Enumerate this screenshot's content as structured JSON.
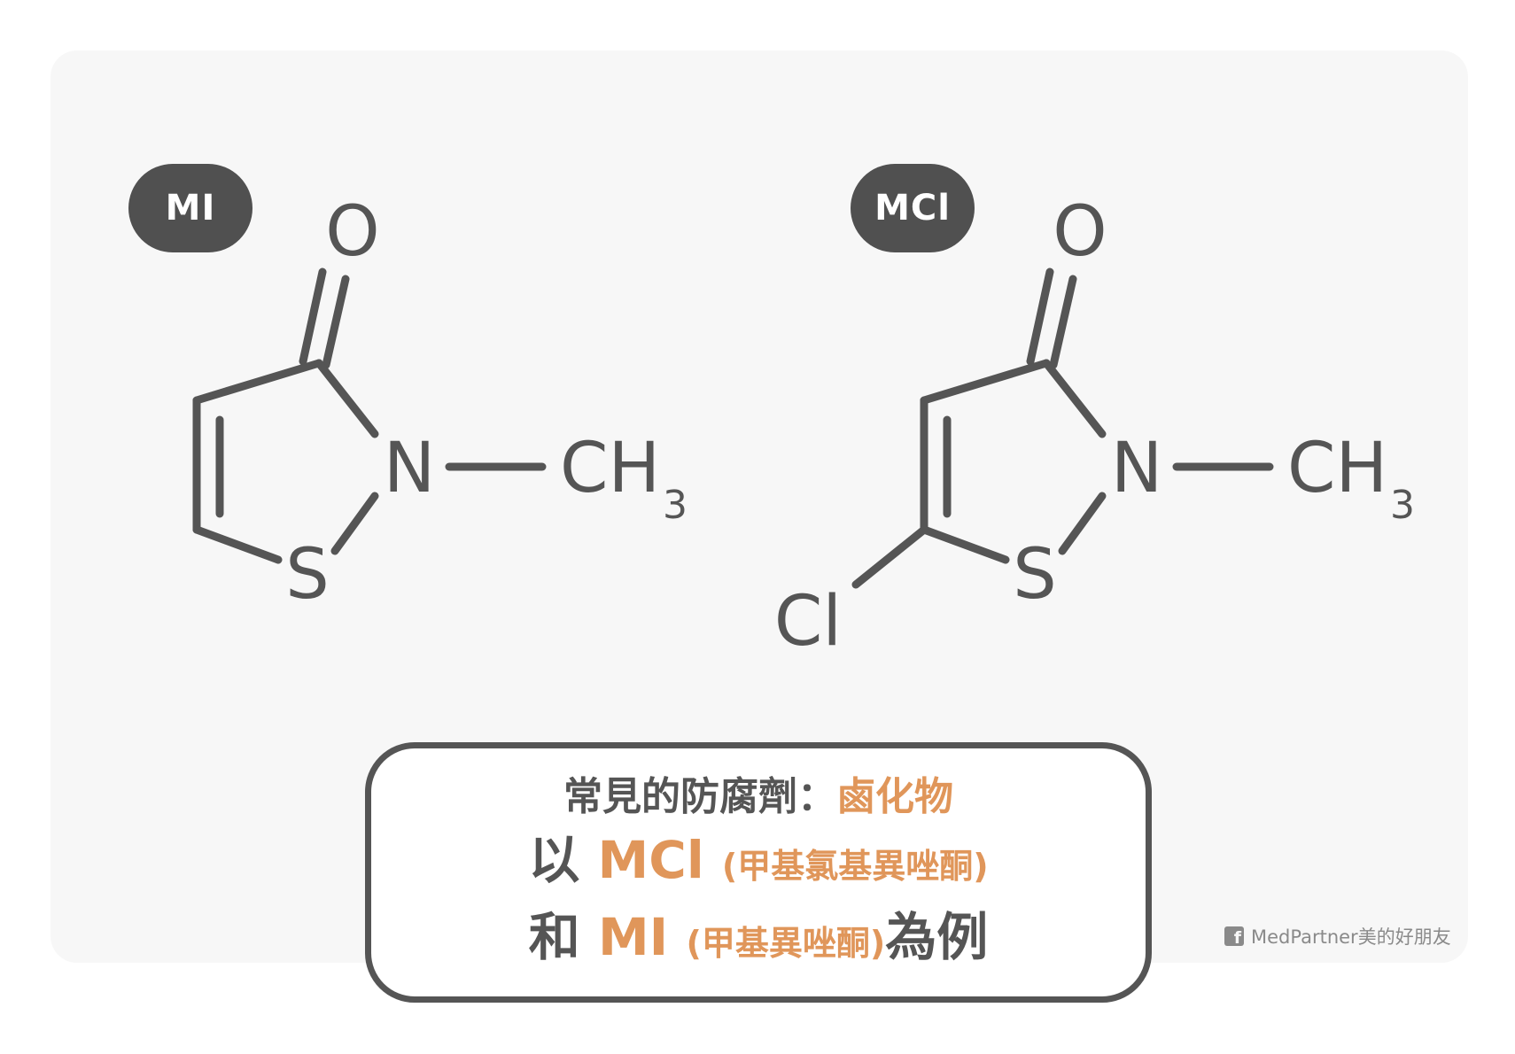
{
  "molecules": [
    {
      "badge": "MI",
      "atoms": {
        "oxygen": "O",
        "nitrogen": "N",
        "sulfur": "S",
        "methyl": "CH",
        "methyl_sub": "3"
      }
    },
    {
      "badge": "MCl",
      "atoms": {
        "oxygen": "O",
        "nitrogen": "N",
        "sulfur": "S",
        "methyl": "CH",
        "methyl_sub": "3",
        "chlorine": "Cl"
      }
    }
  ],
  "caption": {
    "line1_prefix": "常見的防腐劑：",
    "line1_accent": "鹵化物",
    "line2_prefix": "以 ",
    "line2_accent": "MCl",
    "line2_paren": "(甲基氯基異唑酮)",
    "line3_prefix": "和 ",
    "line3_accent": "MI",
    "line3_paren": "(甲基異唑酮)",
    "line3_suffix": "為例"
  },
  "watermark": {
    "icon": "facebook-icon",
    "text": "MedPartner美的好朋友"
  },
  "colors": {
    "accent": "#e0965a",
    "ink": "#555555",
    "panel": "#f7f7f7",
    "badge": "#505050"
  }
}
